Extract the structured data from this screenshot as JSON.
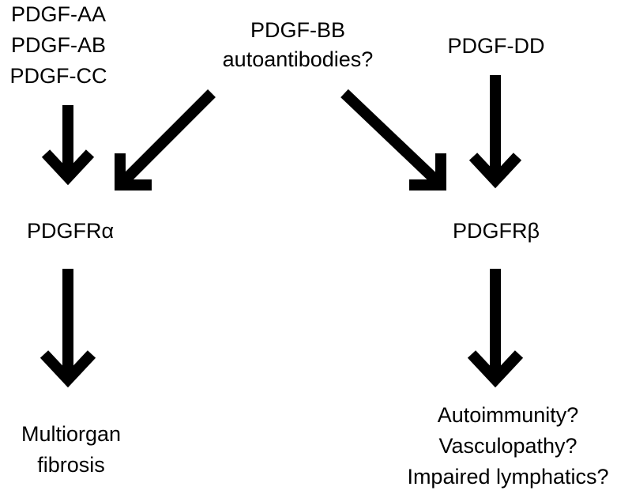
{
  "ligands_left": [
    "PDGF-AA",
    "PDGF-AB",
    "PDGF-CC"
  ],
  "ligand_center": [
    "PDGF-BB",
    "autoantibodies?"
  ],
  "ligand_right": "PDGF-DD",
  "receptor_alpha": "PDGFRα",
  "receptor_beta": "PDGFRβ",
  "outcome_alpha": [
    "Multiorgan",
    "fibrosis"
  ],
  "outcome_beta": [
    "Autoimmunity?",
    "Vasculopathy?",
    "Impaired lymphatics?"
  ],
  "colors": {
    "text": "#000000",
    "arrow": "#000000",
    "background": "#ffffff"
  }
}
